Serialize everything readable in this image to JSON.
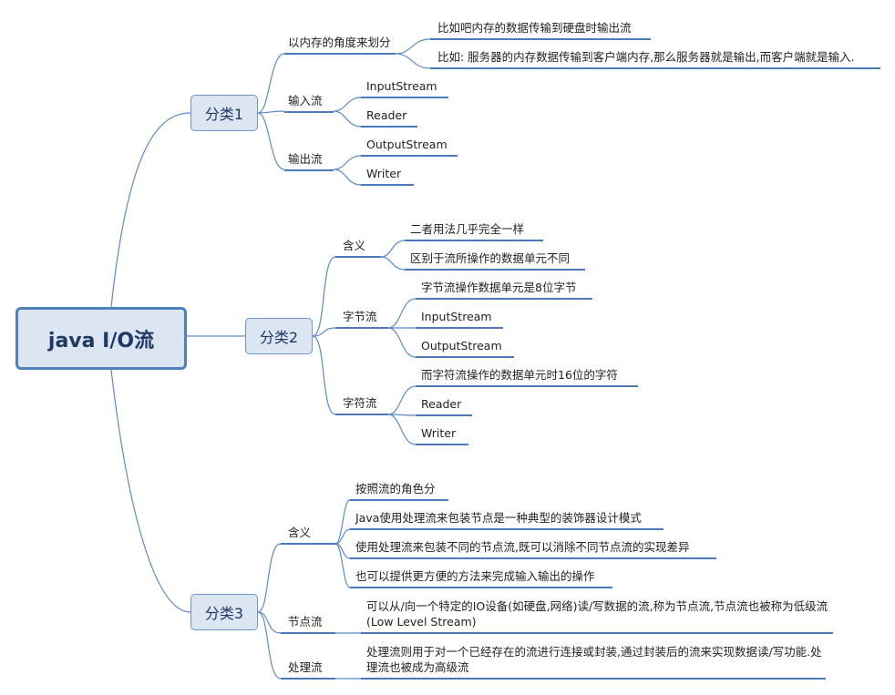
{
  "root": {
    "title": "java I/O流"
  },
  "branches": [
    {
      "label": "分类1",
      "children": [
        {
          "label": "以内存的角度来划分",
          "items": [
            "比如吧内存的数据传输到硬盘时输出流",
            "比如: 服务器的内存数据传输到客户端内存,那么服务器就是输出,而客户端就是输入."
          ]
        },
        {
          "label": "输入流",
          "items": [
            "InputStream",
            "Reader"
          ]
        },
        {
          "label": "输出流",
          "items": [
            "OutputStream",
            "Writer"
          ]
        }
      ]
    },
    {
      "label": "分类2",
      "children": [
        {
          "label": "含义",
          "items": [
            "二者用法几乎完全一样",
            "区别于流所操作的数据单元不同"
          ]
        },
        {
          "label": "字节流",
          "items": [
            "字节流操作数据单元是8位字节",
            "InputStream",
            "OutputStream"
          ]
        },
        {
          "label": "字符流",
          "items": [
            "而字符流操作的数据单元时16位的字符",
            "Reader",
            "Writer"
          ]
        }
      ]
    },
    {
      "label": "分类3",
      "children": [
        {
          "label": "含义",
          "items": [
            "按照流的角色分",
            "Java使用处理流来包装节点是一种典型的装饰器设计模式",
            "使用处理流来包装不同的节点流,既可以消除不同节点流的实现差异",
            "也可以提供更方便的方法来完成输入输出的操作"
          ]
        },
        {
          "label": "节点流",
          "items": [
            "可以从/向一个特定的IO设备(如硬盘,网络)读/写数据的流,称为节点流,节点流也被称为低级流(Low Level Stream)"
          ]
        },
        {
          "label": "处理流",
          "items": [
            "处理流则用于对一个已经存在的流进行连接或封装,通过封装后的流来实现数据读/写功能.处理流也被成为高级流"
          ]
        }
      ]
    }
  ]
}
